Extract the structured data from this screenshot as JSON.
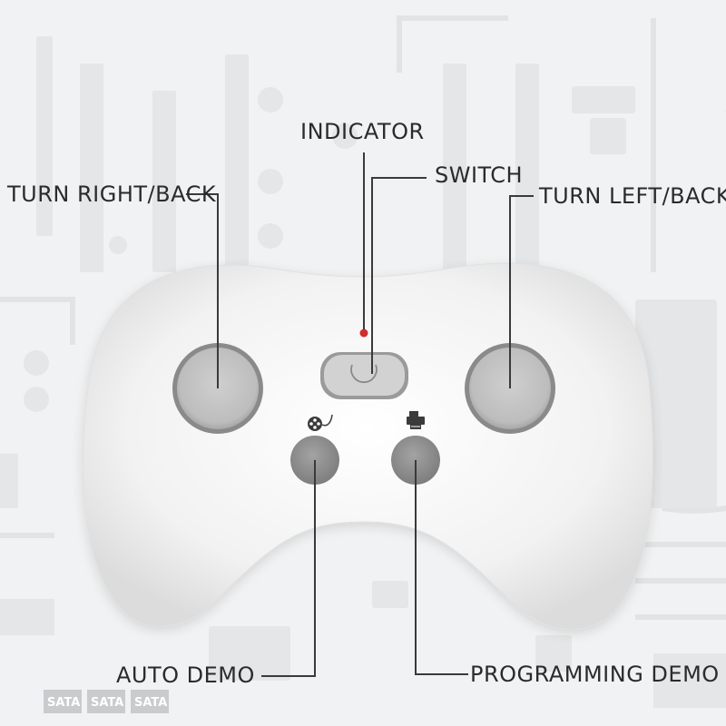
{
  "labels": {
    "indicator": "INDICATOR",
    "switch": "SWITCH",
    "turn_right_back": "TURN RIGHT/BACK",
    "turn_left_back": "TURN LEFT/BACK",
    "auto_demo": "AUTO DEMO",
    "programming_demo": "PROGRAMMING DEMO"
  },
  "background_text": {
    "sata_1": "SATA",
    "sata_2": "SATA",
    "sata_3": "SATA"
  },
  "colors": {
    "background": "#f1f2f3",
    "controller_body": "#f3f3f3",
    "button_gray": "#8f8f8f",
    "indicator_led": "#d22b2b",
    "text": "#2b2b2b"
  },
  "icons": {
    "switch": "power-icon",
    "auto_demo": "film-reel-icon",
    "programming_demo": "printer-icon"
  }
}
